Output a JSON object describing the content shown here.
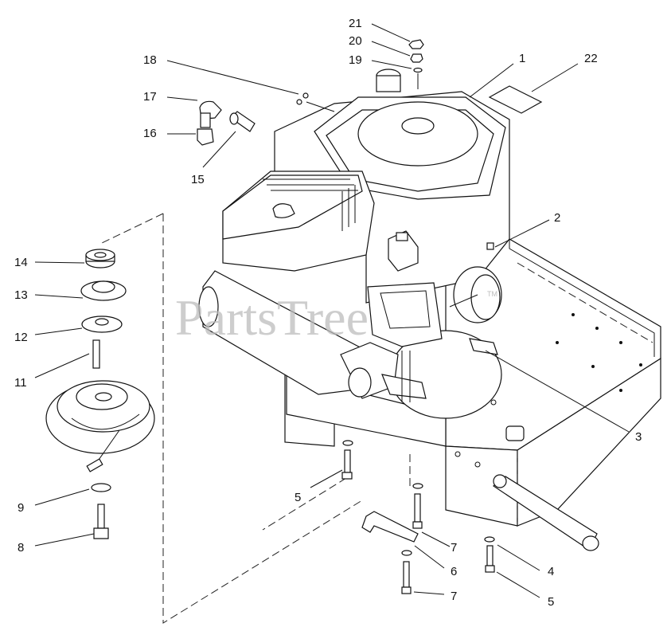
{
  "watermark": "PartsTree",
  "watermark_tm": "TM",
  "callouts": [
    {
      "id": "c21",
      "text": "21"
    },
    {
      "id": "c20",
      "text": "20"
    },
    {
      "id": "c19",
      "text": "19"
    },
    {
      "id": "c1",
      "text": "1"
    },
    {
      "id": "c22",
      "text": "22"
    },
    {
      "id": "c18",
      "text": "18"
    },
    {
      "id": "c17",
      "text": "17"
    },
    {
      "id": "c16",
      "text": "16"
    },
    {
      "id": "c15",
      "text": "15"
    },
    {
      "id": "c2",
      "text": "2"
    },
    {
      "id": "c14",
      "text": "14"
    },
    {
      "id": "c13",
      "text": "13"
    },
    {
      "id": "c12",
      "text": "12"
    },
    {
      "id": "c11",
      "text": "11"
    },
    {
      "id": "c3",
      "text": "3"
    },
    {
      "id": "c9",
      "text": "9"
    },
    {
      "id": "c8",
      "text": "8"
    },
    {
      "id": "c5a",
      "text": "5"
    },
    {
      "id": "c7a",
      "text": "7"
    },
    {
      "id": "c6",
      "text": "6"
    },
    {
      "id": "c7b",
      "text": "7"
    },
    {
      "id": "c4",
      "text": "4"
    },
    {
      "id": "c5b",
      "text": "5"
    }
  ]
}
